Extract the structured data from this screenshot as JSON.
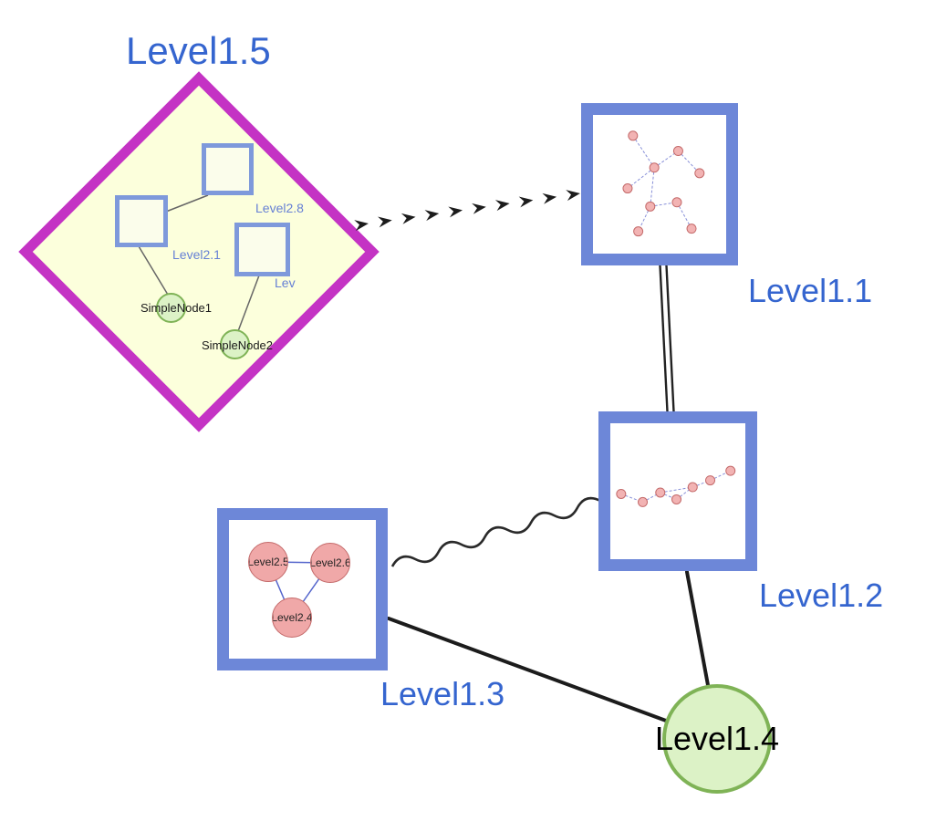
{
  "colors": {
    "label_blue": "#3565cf",
    "inner_label_blue": "#6680d5",
    "box_border": "#6d87d8",
    "diamond_border": "#c433c4",
    "diamond_fill": "#fcffdc",
    "inner_square_border": "#7e99db",
    "green_fill": "#dcf2c6",
    "green_border": "#7fb356",
    "pink_fill": "#f0a8a8",
    "pink_border": "#c46a6a",
    "mini_edge": "#8890d8",
    "mini_node_fill": "#f2b3b3",
    "mini_node_border": "#c46a6a",
    "edge": "#1c1c1c"
  },
  "nodes": {
    "level15": {
      "label": "Level1.5",
      "type": "group-diamond",
      "children": {
        "square_labels": [
          "Level2.8",
          "Level2.1",
          "Lev"
        ],
        "simple_nodes": [
          "SimpleNode1",
          "SimpleNode2"
        ]
      }
    },
    "level11": {
      "label": "Level1.1",
      "type": "group-box",
      "minigraph": {
        "nodes": [
          [
            0.3,
            0.15
          ],
          [
            0.46,
            0.38
          ],
          [
            0.64,
            0.26
          ],
          [
            0.8,
            0.42
          ],
          [
            0.26,
            0.53
          ],
          [
            0.43,
            0.66
          ],
          [
            0.63,
            0.63
          ],
          [
            0.34,
            0.84
          ],
          [
            0.74,
            0.82
          ]
        ],
        "edges": [
          [
            0,
            1
          ],
          [
            1,
            2
          ],
          [
            2,
            3
          ],
          [
            1,
            4
          ],
          [
            1,
            5
          ],
          [
            5,
            6
          ],
          [
            5,
            7
          ],
          [
            6,
            8
          ]
        ]
      }
    },
    "level12": {
      "label": "Level1.2",
      "type": "group-box",
      "minigraph": {
        "nodes": [
          [
            0.08,
            0.52
          ],
          [
            0.24,
            0.58
          ],
          [
            0.37,
            0.51
          ],
          [
            0.49,
            0.56
          ],
          [
            0.61,
            0.47
          ],
          [
            0.74,
            0.42
          ],
          [
            0.89,
            0.35
          ]
        ],
        "edges": [
          [
            0,
            1
          ],
          [
            1,
            2
          ],
          [
            2,
            3
          ],
          [
            3,
            4
          ],
          [
            4,
            5
          ],
          [
            5,
            6
          ],
          [
            2,
            4
          ]
        ]
      }
    },
    "level13": {
      "label": "Level1.3",
      "type": "group-box",
      "children": [
        "Level2.5",
        "Level2.6",
        "Level2.4"
      ]
    },
    "level14": {
      "label": "Level1.4",
      "type": "circle-node"
    }
  },
  "edges": [
    {
      "from": "Level1.5",
      "to": "Level1.1",
      "style": "dashed-arrow"
    },
    {
      "from": "Level1.1",
      "to": "Level1.2",
      "style": "double-line"
    },
    {
      "from": "Level1.3",
      "to": "Level1.2",
      "style": "wavy"
    },
    {
      "from": "Level1.3",
      "to": "Level1.4",
      "style": "solid"
    },
    {
      "from": "Level1.2",
      "to": "Level1.4",
      "style": "solid"
    }
  ]
}
